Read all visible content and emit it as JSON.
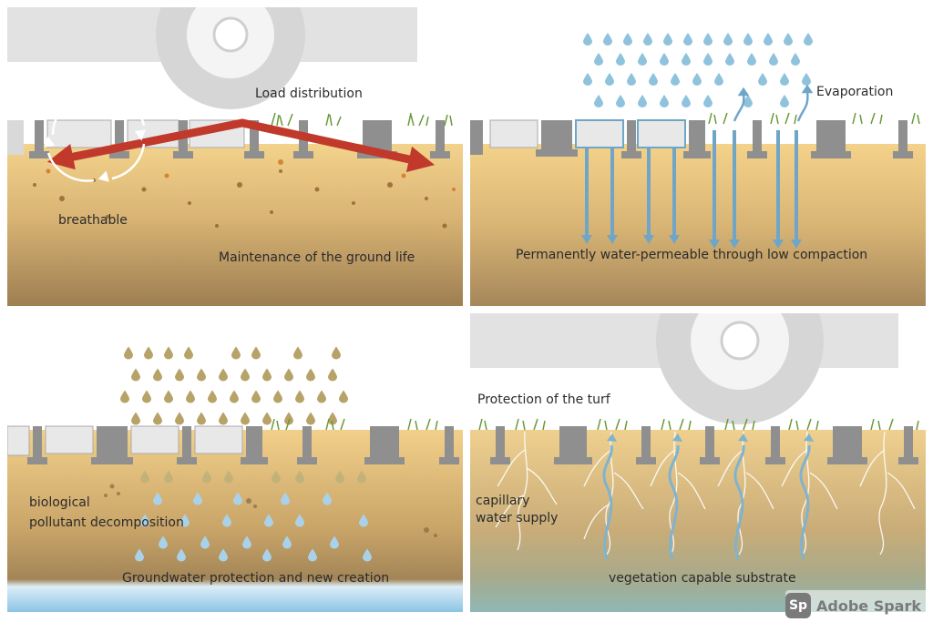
{
  "panels": {
    "load": {
      "label_load": "Load distribution",
      "label_breathable": "breathable",
      "label_ground_life": "Maintenance of the ground life"
    },
    "water": {
      "label_evaporation": "Evaporation",
      "label_permeable": "Permanently water-permeable through low compaction"
    },
    "pollutant": {
      "label_bio": "biological\npollutant decomposition",
      "label_groundwater": "Groundwater protection and new creation"
    },
    "turf": {
      "label_protection": "Protection of the turf",
      "label_capillary": "capillary\nwater supply",
      "label_substrate": "vegetation capable substrate"
    }
  },
  "watermark": {
    "logo_text": "Sp",
    "brand": "Adobe Spark"
  },
  "colors": {
    "soil_top": "#f2cf86",
    "soil_bottom": "#a8885a",
    "paver": "#8e8e8e",
    "paver_light": "#e6e6e6",
    "arrow": "#c0392b",
    "water_drop": "#8fc3dd",
    "dirty_drop": "#b7a268",
    "grass": "#6a9a3a",
    "tire": "#d8d8d8"
  }
}
